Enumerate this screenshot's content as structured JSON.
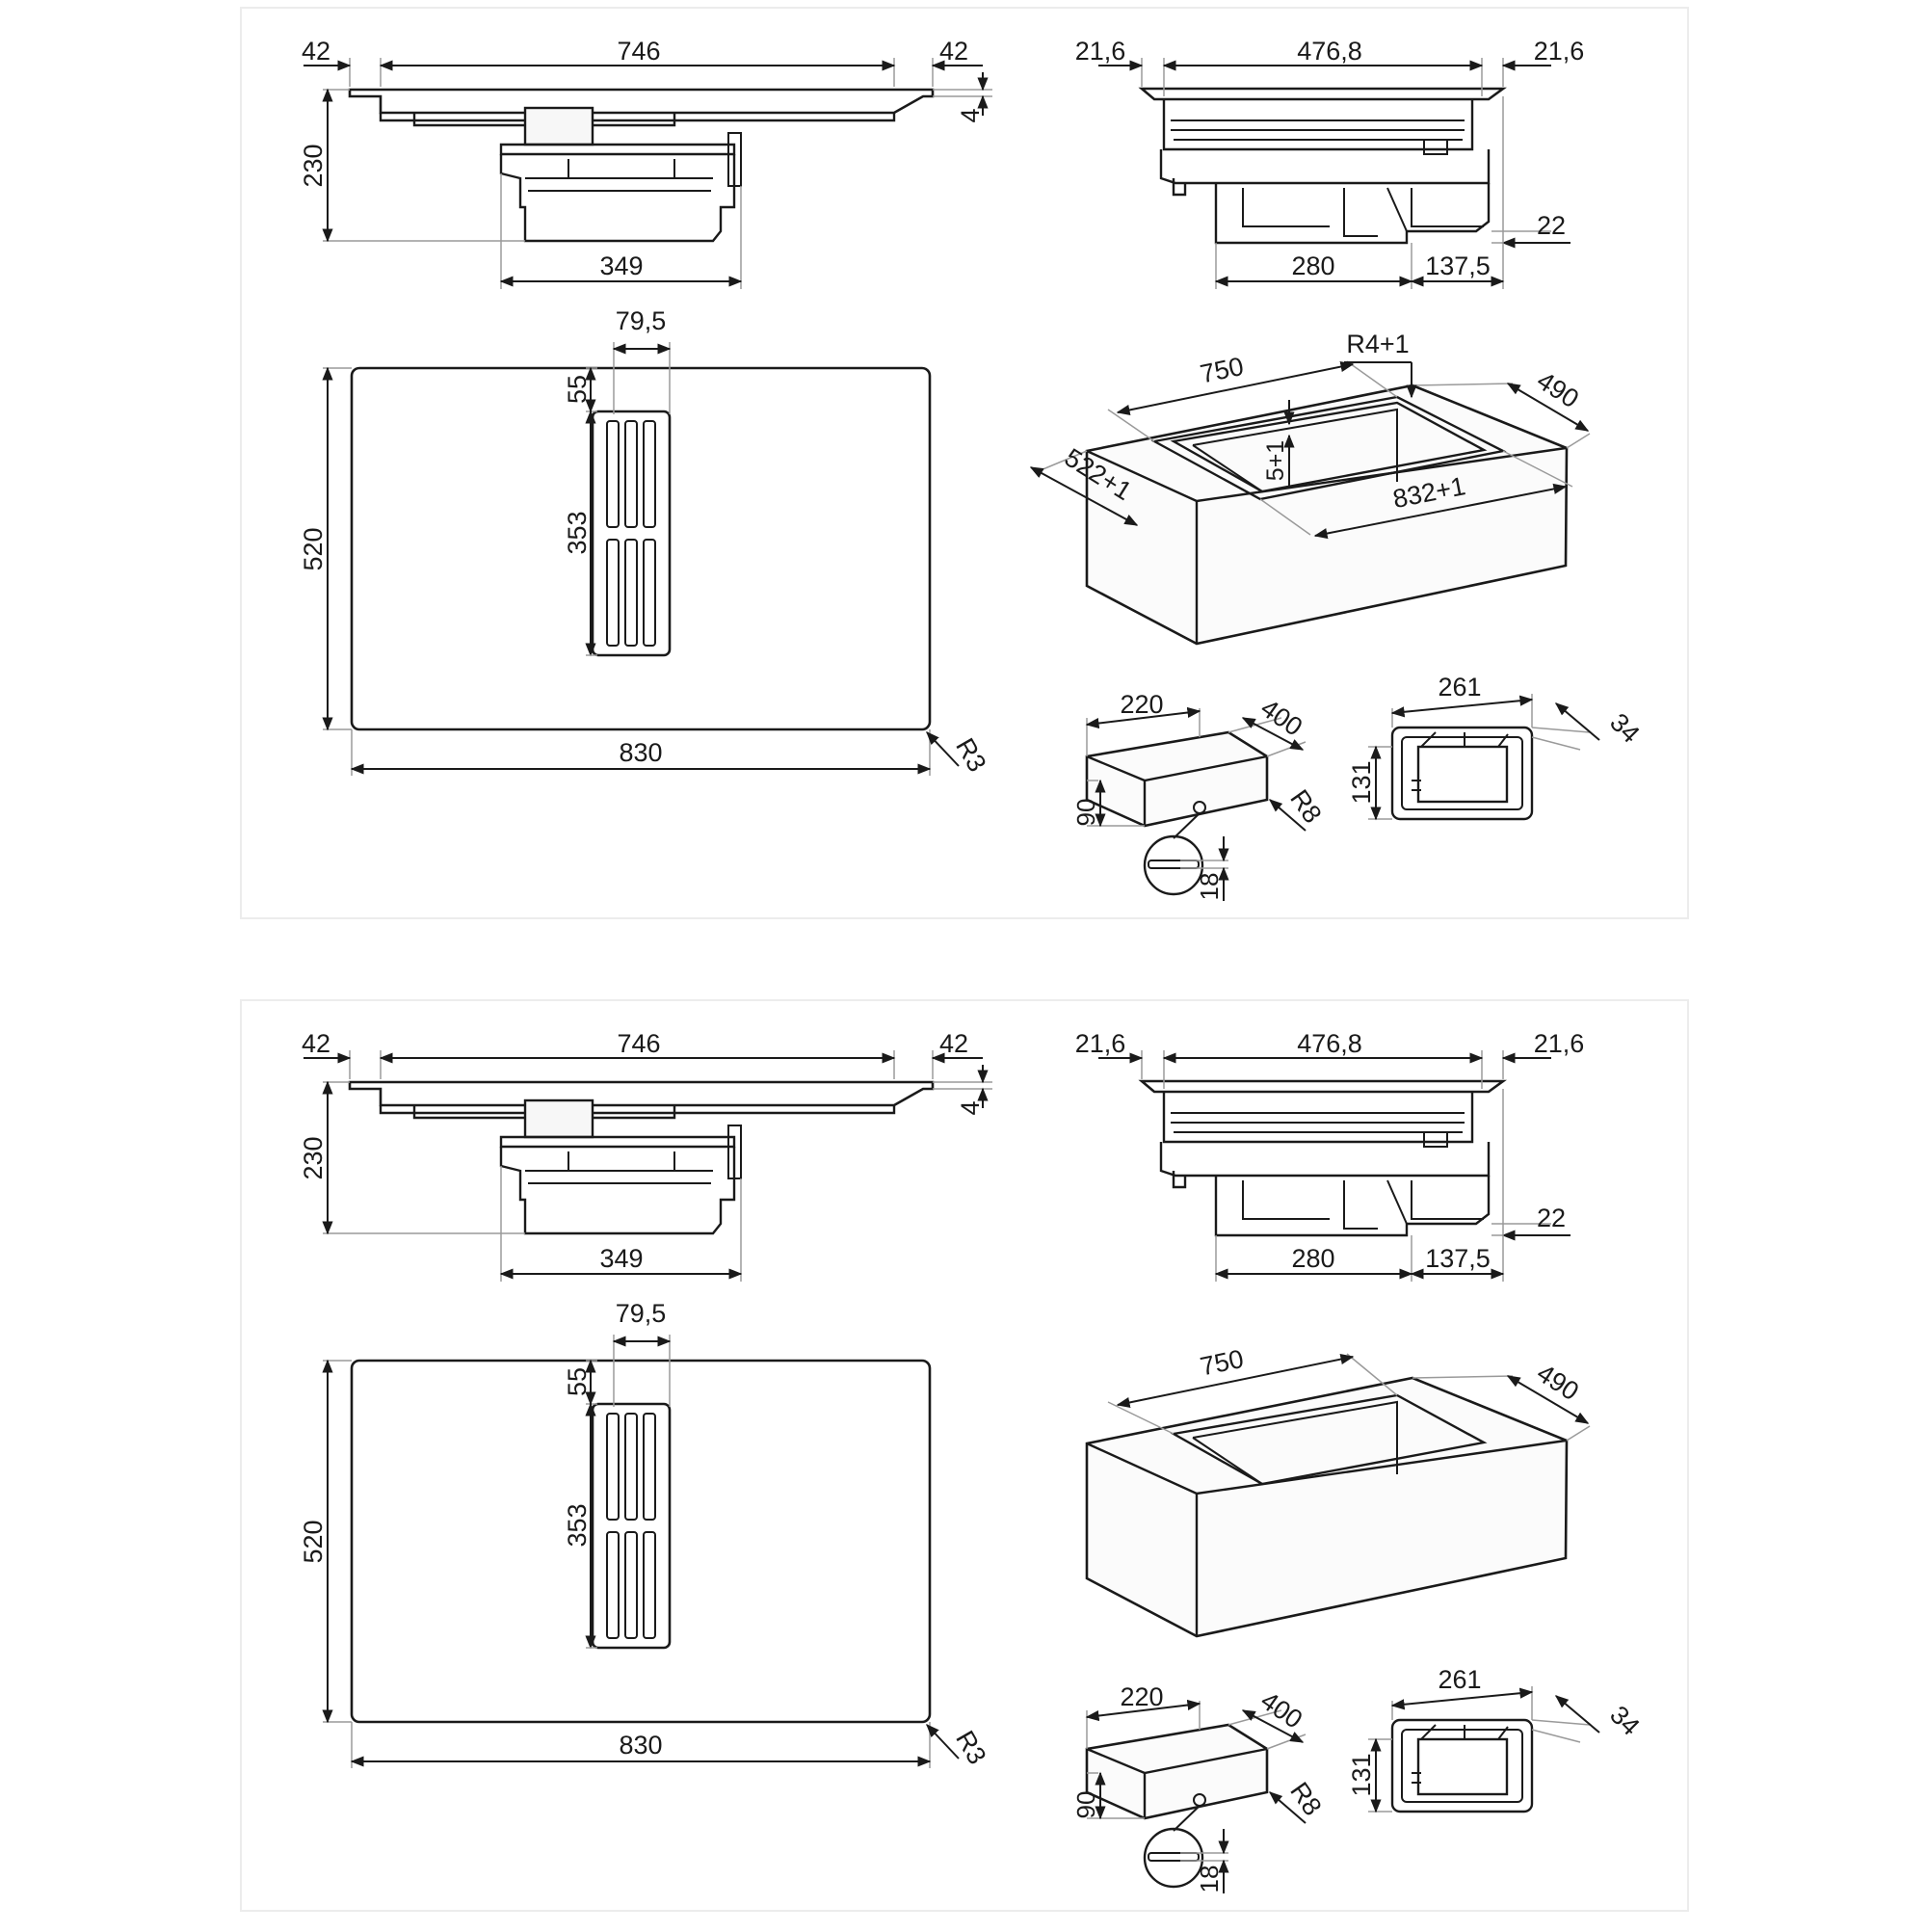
{
  "colors": {
    "line": "#1a1a1a",
    "extension": "#9a9a9a",
    "panel_border": "#ececec"
  },
  "panels": [
    {
      "cooktop_side": {
        "left_overhang": "42",
        "width": "746",
        "right_overhang": "42",
        "glass_thickness": "4",
        "height": "230",
        "motor_width": "349"
      },
      "cooktop_front": {
        "left_overhang": "21,6",
        "width": "476,8",
        "right_overhang": "21,6",
        "bottom_offset": "22",
        "motor_depth": "280",
        "rear_offset": "137,5"
      },
      "cooktop_top": {
        "vent_width": "79,5",
        "vent_offset": "55",
        "vent_length": "353",
        "depth": "520",
        "width": "830",
        "corner_radius": "R3"
      },
      "cutout": {
        "width": "750",
        "depth": "490",
        "cutout_radius": "R4+1",
        "rebate_depth": "5+1",
        "rebate_width": "522+1",
        "rebate_length": "832+1"
      },
      "duct": {
        "width": "220",
        "length": "400",
        "height": "90",
        "radius": "R8",
        "clearance": "18"
      },
      "adapter": {
        "width": "261",
        "depth": "34",
        "height": "131"
      }
    },
    {
      "cooktop_side": {
        "left_overhang": "42",
        "width": "746",
        "right_overhang": "42",
        "glass_thickness": "4",
        "height": "230",
        "motor_width": "349"
      },
      "cooktop_front": {
        "left_overhang": "21,6",
        "width": "476,8",
        "right_overhang": "21,6",
        "bottom_offset": "22",
        "motor_depth": "280",
        "rear_offset": "137,5"
      },
      "cooktop_top": {
        "vent_width": "79,5",
        "vent_offset": "55",
        "vent_length": "353",
        "depth": "520",
        "width": "830",
        "corner_radius": "R3"
      },
      "cutout": {
        "width": "750",
        "depth": "490"
      },
      "duct": {
        "width": "220",
        "length": "400",
        "height": "90",
        "radius": "R8",
        "clearance": "18"
      },
      "adapter": {
        "width": "261",
        "depth": "34",
        "height": "131"
      }
    }
  ]
}
